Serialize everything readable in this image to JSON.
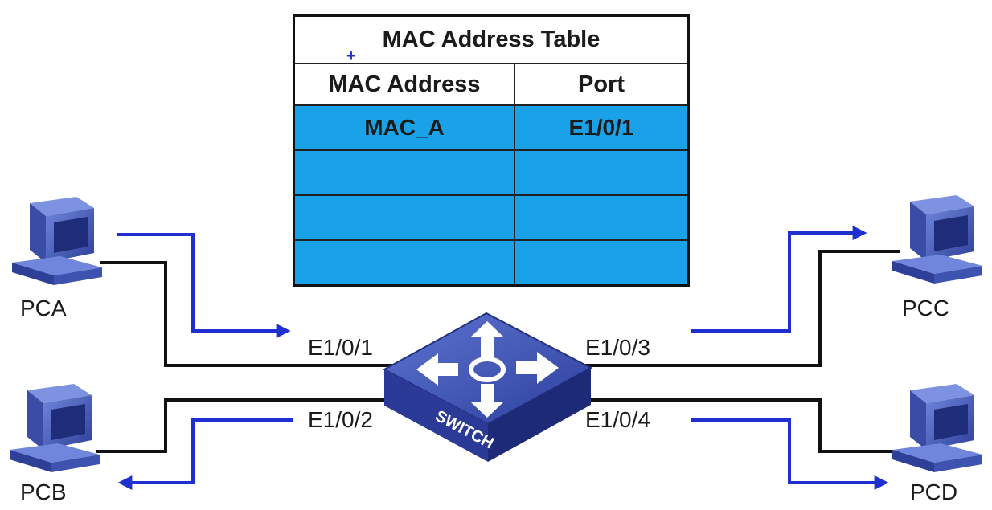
{
  "mac_table": {
    "title": "MAC Address Table",
    "columns": [
      "MAC Address",
      "Port"
    ],
    "rows": [
      [
        "MAC_A",
        "E1/0/1"
      ],
      [
        "",
        ""
      ],
      [
        "",
        ""
      ],
      [
        "",
        ""
      ]
    ]
  },
  "hosts": {
    "pca": "PCA",
    "pcb": "PCB",
    "pcc": "PCC",
    "pcd": "PCD"
  },
  "ports": {
    "p1": "E1/0/1",
    "p2": "E1/0/2",
    "p3": "E1/0/3",
    "p4": "E1/0/4"
  },
  "switch_label": "SWITCH",
  "colors": {
    "arrow": "#1f2fd0",
    "link": "#111111",
    "table_fill": "#1aa2e8",
    "device_dark": "#2e3f98",
    "device_light": "#6f86dc"
  },
  "cursor": "+"
}
